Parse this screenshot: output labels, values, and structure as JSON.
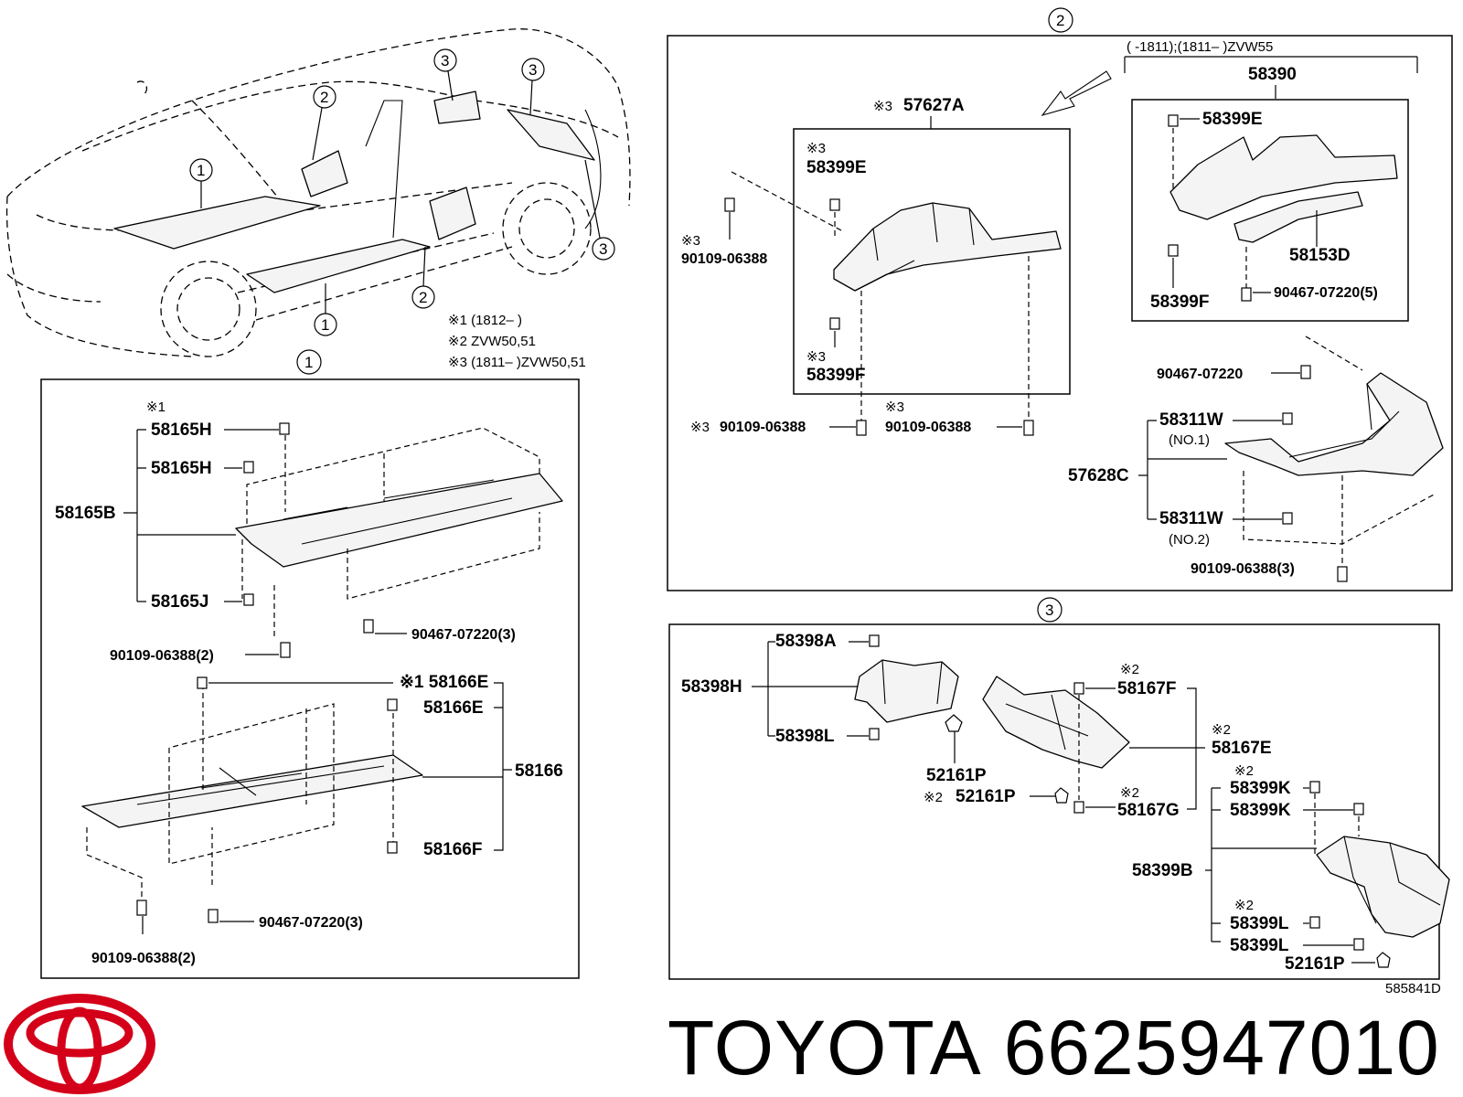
{
  "brand": {
    "name": "TOYOTA",
    "part_number": "6625947010",
    "diagram_code": "585841D",
    "logo_color": "#d4001a"
  },
  "overview": {
    "callouts": [
      "1",
      "2",
      "3"
    ],
    "notes": [
      "※1 (1812–    )",
      "※2 ZVW50,51",
      "※3 (1811–      )ZVW50,51"
    ]
  },
  "panel1": {
    "index": "1",
    "upper": {
      "mark": "※1",
      "parts": [
        "58165H",
        "58165H",
        "58165B",
        "58165J",
        "90467-07220(3)",
        "90109-06388(2)"
      ]
    },
    "lower": {
      "parts": [
        "※1 58166E",
        "58166E",
        "58166",
        "58166F",
        "90467-07220(3)",
        "90109-06388(2)"
      ]
    }
  },
  "panel2": {
    "index": "2",
    "group_note": "(      -1811);(1811–      )ZVW55",
    "group_part": "58390",
    "left": {
      "head": "57627A",
      "parts": [
        "58399E",
        "58399F",
        "90109-06388",
        "90109-06388",
        "90109-06388"
      ],
      "marks": [
        "※3",
        "※3",
        "※3",
        "※3",
        "※3",
        "※3"
      ]
    },
    "right_box": {
      "parts": [
        "58399E",
        "58153D",
        "58399F",
        "90467-07220(5)"
      ]
    },
    "lower_right": {
      "parts": [
        "90467-07220",
        "58311W",
        "(NO.1)",
        "57628C",
        "58311W",
        "(NO.2)",
        "90109-06388(3)"
      ]
    }
  },
  "panel3": {
    "index": "3",
    "parts": [
      "58398A",
      "58398H",
      "58398L",
      "52161P",
      "52161P",
      "58167F",
      "58167E",
      "58167G",
      "58399K",
      "58399K",
      "58399B",
      "58399L",
      "58399L",
      "52161P"
    ],
    "marks": [
      "※2",
      "※2",
      "※2",
      "※2",
      "※2",
      "※2"
    ]
  }
}
